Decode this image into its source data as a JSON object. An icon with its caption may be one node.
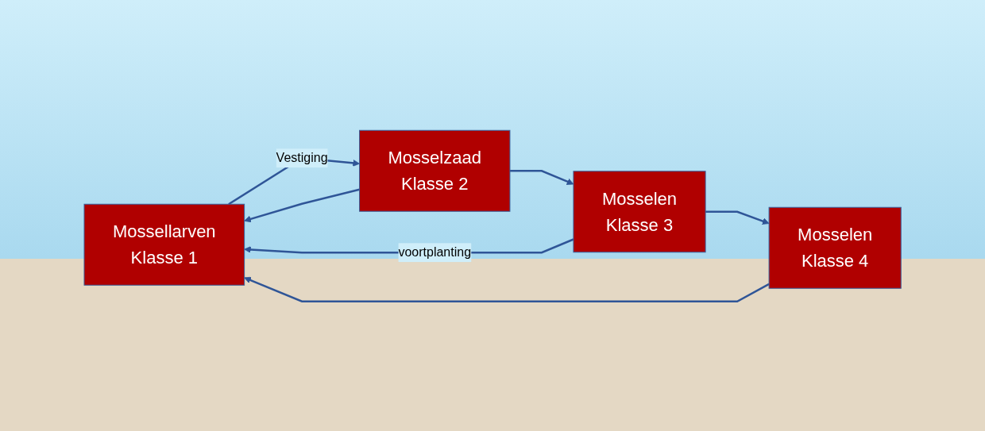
{
  "diagram": {
    "nodes": [
      {
        "text": [
          "Mossellarven",
          "Klasse 1"
        ]
      },
      {
        "text": [
          "Mosselzaad",
          "Klasse 2"
        ]
      },
      {
        "text": [
          "Mosselen",
          "Klasse 3"
        ]
      },
      {
        "text": [
          "Mosselen",
          "Klasse 4"
        ]
      }
    ],
    "edges": [
      {
        "from": 0,
        "to": 1,
        "label": "Vestiging",
        "arrow": "to"
      },
      {
        "from": 1,
        "to": 2,
        "arrow": "to"
      },
      {
        "from": 2,
        "to": 3,
        "arrow": "to"
      },
      {
        "from": 1,
        "to": 0,
        "arrow": "to"
      },
      {
        "from": 2,
        "to": 0,
        "label": "voortplanting",
        "arrow": "to"
      },
      {
        "from": 3,
        "to": 0,
        "arrow": "to"
      }
    ]
  }
}
